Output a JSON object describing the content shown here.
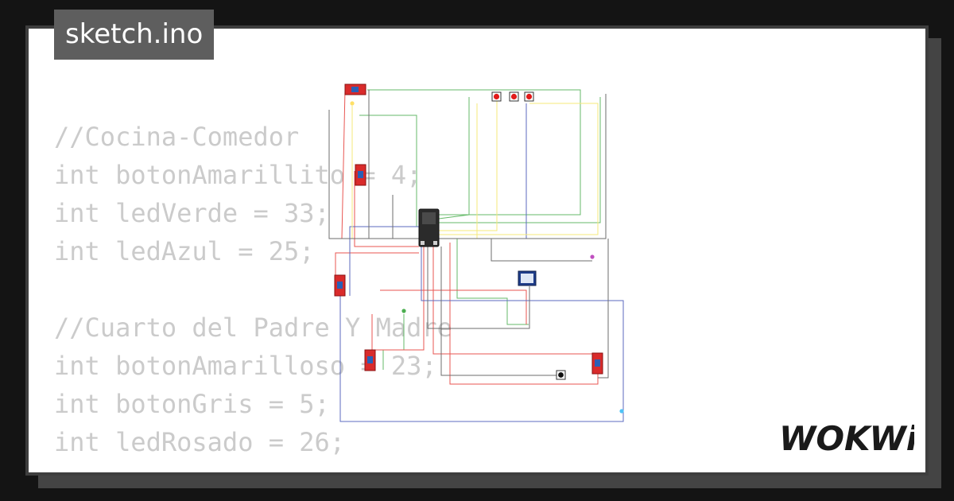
{
  "file": {
    "name": "sketch.ino"
  },
  "code": {
    "lines": [
      "//Cocina-Comedor",
      "int botonAmarillito = 4;",
      "int ledVerde = 33;",
      "int ledAzul = 25;",
      "",
      "//Cuarto del Padre Y Madre",
      "int botonAmarilloso = 23;",
      "int botonGris = 5;",
      "int ledRosado = 26;"
    ]
  },
  "brand": {
    "logo_text": "WOKWi"
  },
  "diagram": {
    "board": {
      "icon": "esp32-board-icon"
    },
    "relays": 5,
    "push_buttons": 3,
    "colors": {
      "relay": "#d92b2b",
      "wire_green": "#4caf50",
      "wire_red": "#e53935",
      "wire_blue": "#3f51b5",
      "wire_yellow": "#f5e663",
      "wire_black": "#555555"
    }
  },
  "colors": {
    "background": "#141414",
    "card": "#ffffff",
    "tab": "#5e5e5e",
    "code_text": "#cbcbcb"
  }
}
